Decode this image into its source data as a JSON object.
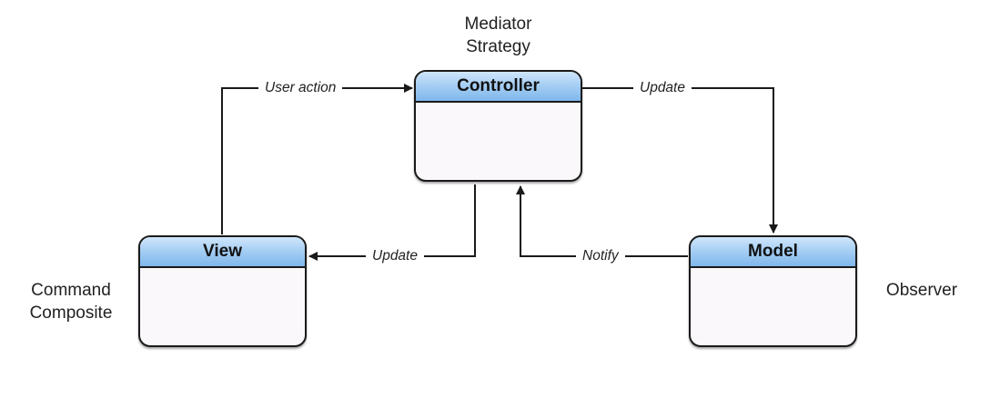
{
  "nodes": {
    "controller": {
      "title": "Controller",
      "patterns": [
        "Mediator",
        "Strategy"
      ]
    },
    "view": {
      "title": "View",
      "patterns": [
        "Command",
        "Composite"
      ]
    },
    "model": {
      "title": "Model",
      "patterns": [
        "Observer"
      ]
    }
  },
  "edges": {
    "user_action": "User action",
    "update_model": "Update",
    "update_view": "Update",
    "notify": "Notify"
  },
  "colors": {
    "header_top": "#cfe6fb",
    "header_bottom": "#7fb7ec",
    "line": "#1a1a1a",
    "body": "#fbf8fb"
  }
}
